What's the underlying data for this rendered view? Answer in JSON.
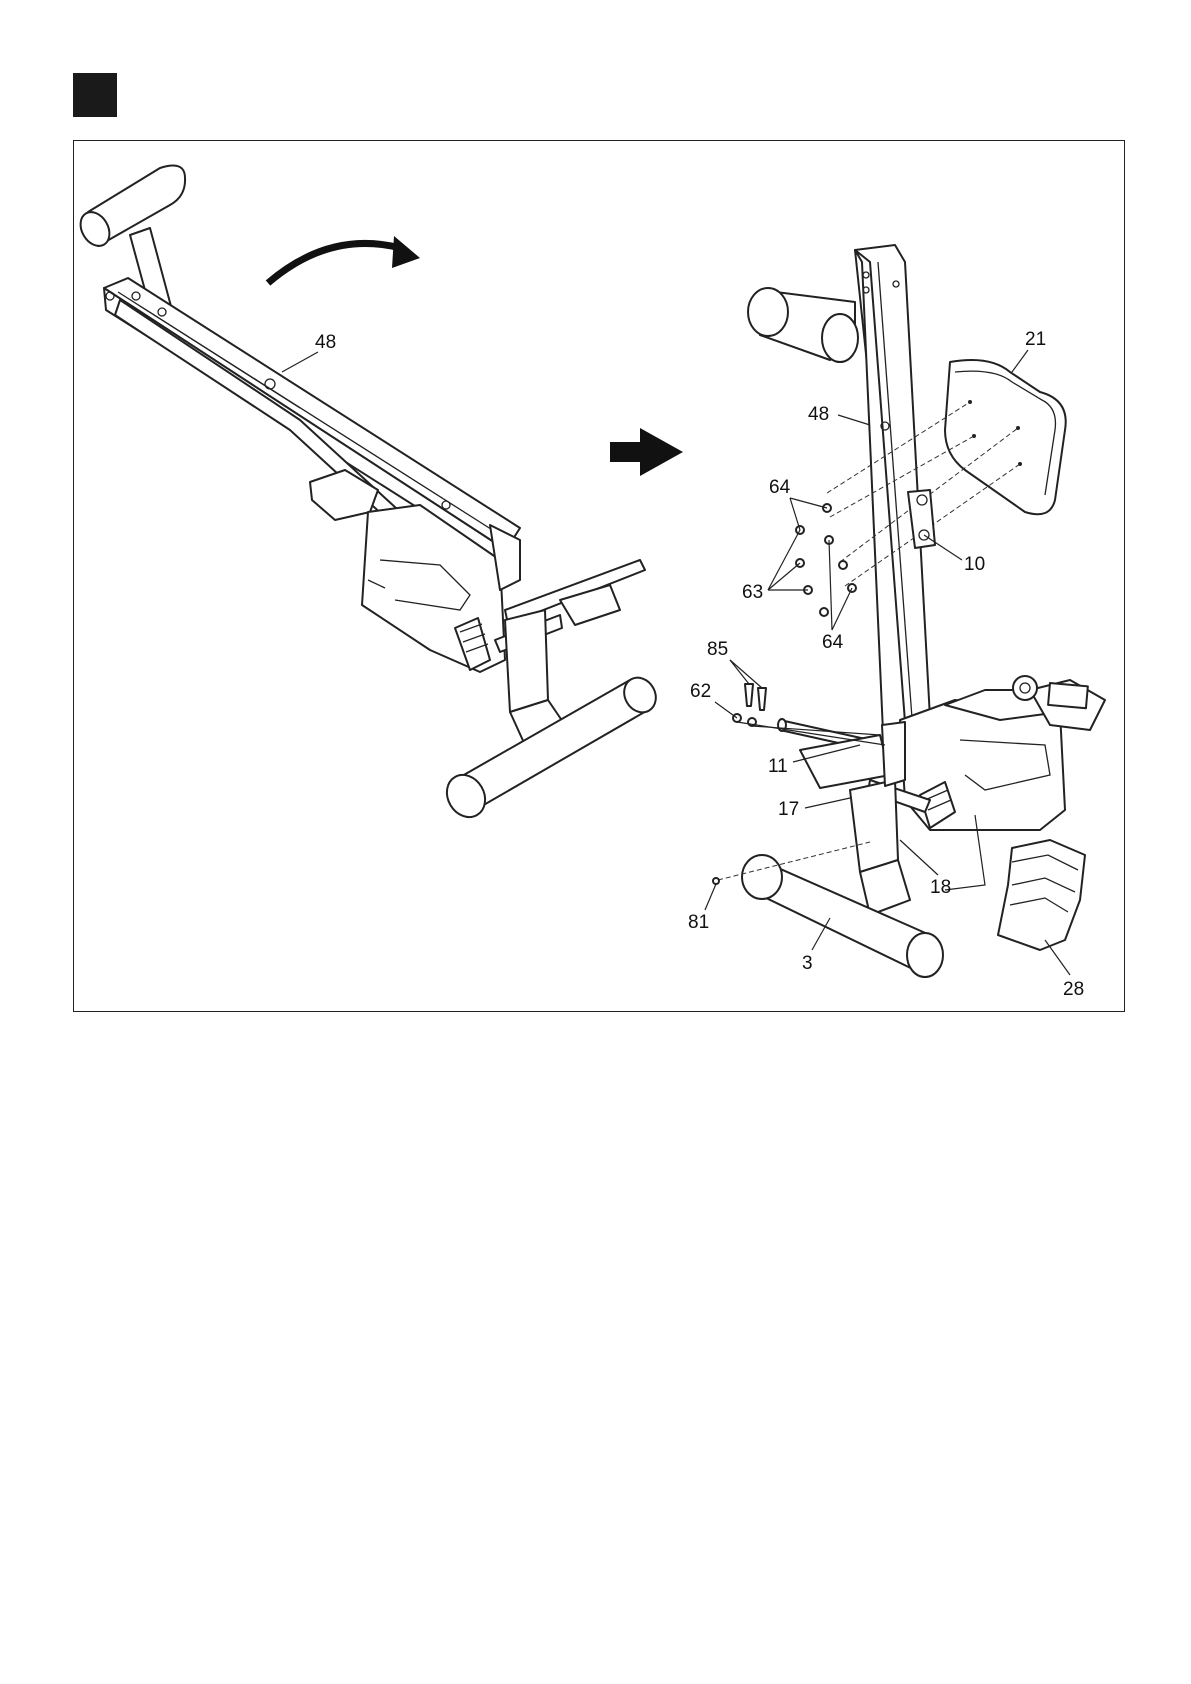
{
  "step": {
    "number": ""
  },
  "labels": {
    "left_48": "48",
    "right_48": "48",
    "p21": "21",
    "p64_top": "64",
    "p64_bottom": "64",
    "p10": "10",
    "p63": "63",
    "p85": "85",
    "p62": "62",
    "p11": "11",
    "p17": "17",
    "p18": "18",
    "p81": "81",
    "p3": "3",
    "p28": "28"
  },
  "colors": {
    "line": "#222222",
    "fill": "#ffffff",
    "step_box": "#1a1a1a"
  },
  "icons": {
    "rotate": "curved-arrow-icon",
    "next": "right-arrow-icon"
  }
}
